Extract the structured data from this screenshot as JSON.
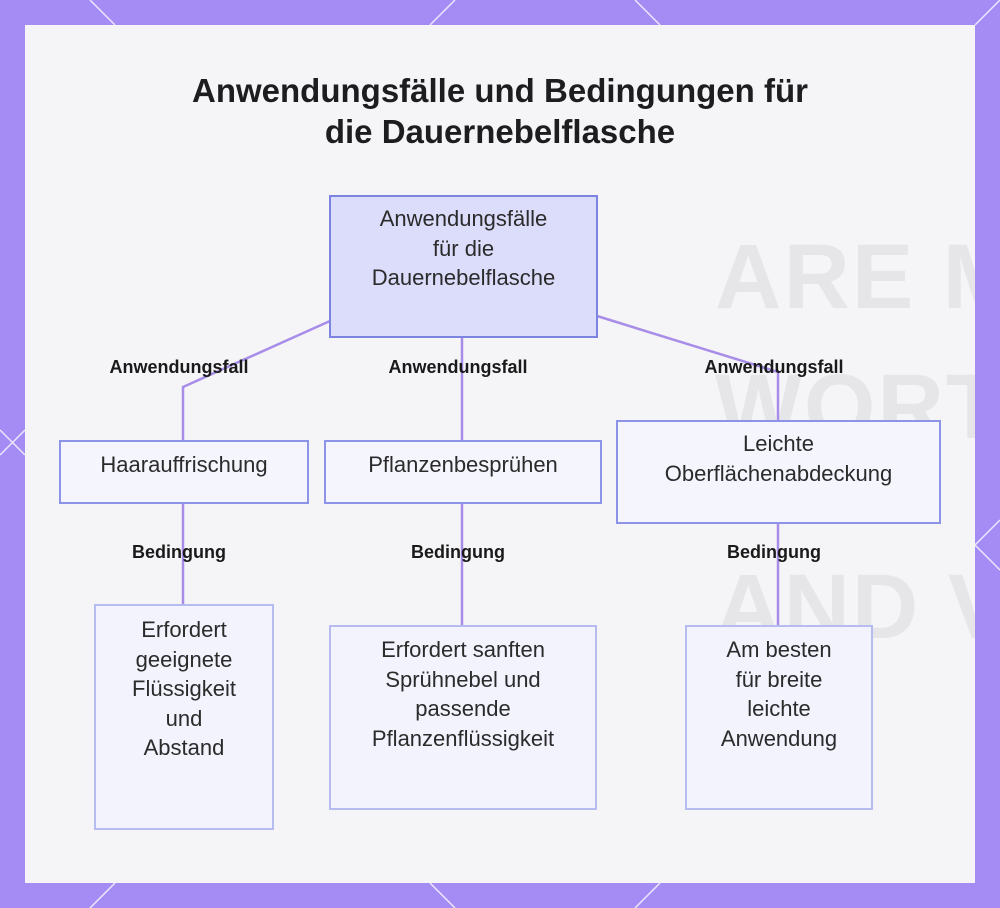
{
  "title": {
    "line1": "Anwendungsfälle und Bedingungen für",
    "line2": "die Dauernebelflasche"
  },
  "background_text": [
    "ARE M",
    "WORTH",
    "AND VAL"
  ],
  "root": {
    "lines": [
      "Anwendungsfälle",
      "für die",
      "Dauernebelflasche"
    ]
  },
  "edge_labels": {
    "use_case": "Anwendungsfall",
    "condition": "Bedingung"
  },
  "use_cases": [
    {
      "lines": [
        "Haarauffrischung"
      ]
    },
    {
      "lines": [
        "Pflanzenbesprühen"
      ]
    },
    {
      "lines": [
        "Leichte",
        "Oberflächenabdeckung"
      ]
    }
  ],
  "conditions": [
    {
      "lines": [
        "Erfordert",
        "geeignete",
        "Flüssigkeit",
        "und",
        "Abstand"
      ]
    },
    {
      "lines": [
        "Erfordert sanften",
        "Sprühnebel und",
        "passende",
        "Pflanzenflüssigkeit"
      ]
    },
    {
      "lines": [
        "Am besten",
        "für breite",
        "leichte",
        "Anwendung"
      ]
    }
  ],
  "colors": {
    "frame": "#a48cf4",
    "connector": "#a78de8",
    "root_fill": "#dcdcfb",
    "node_border": "#8d93e6"
  }
}
